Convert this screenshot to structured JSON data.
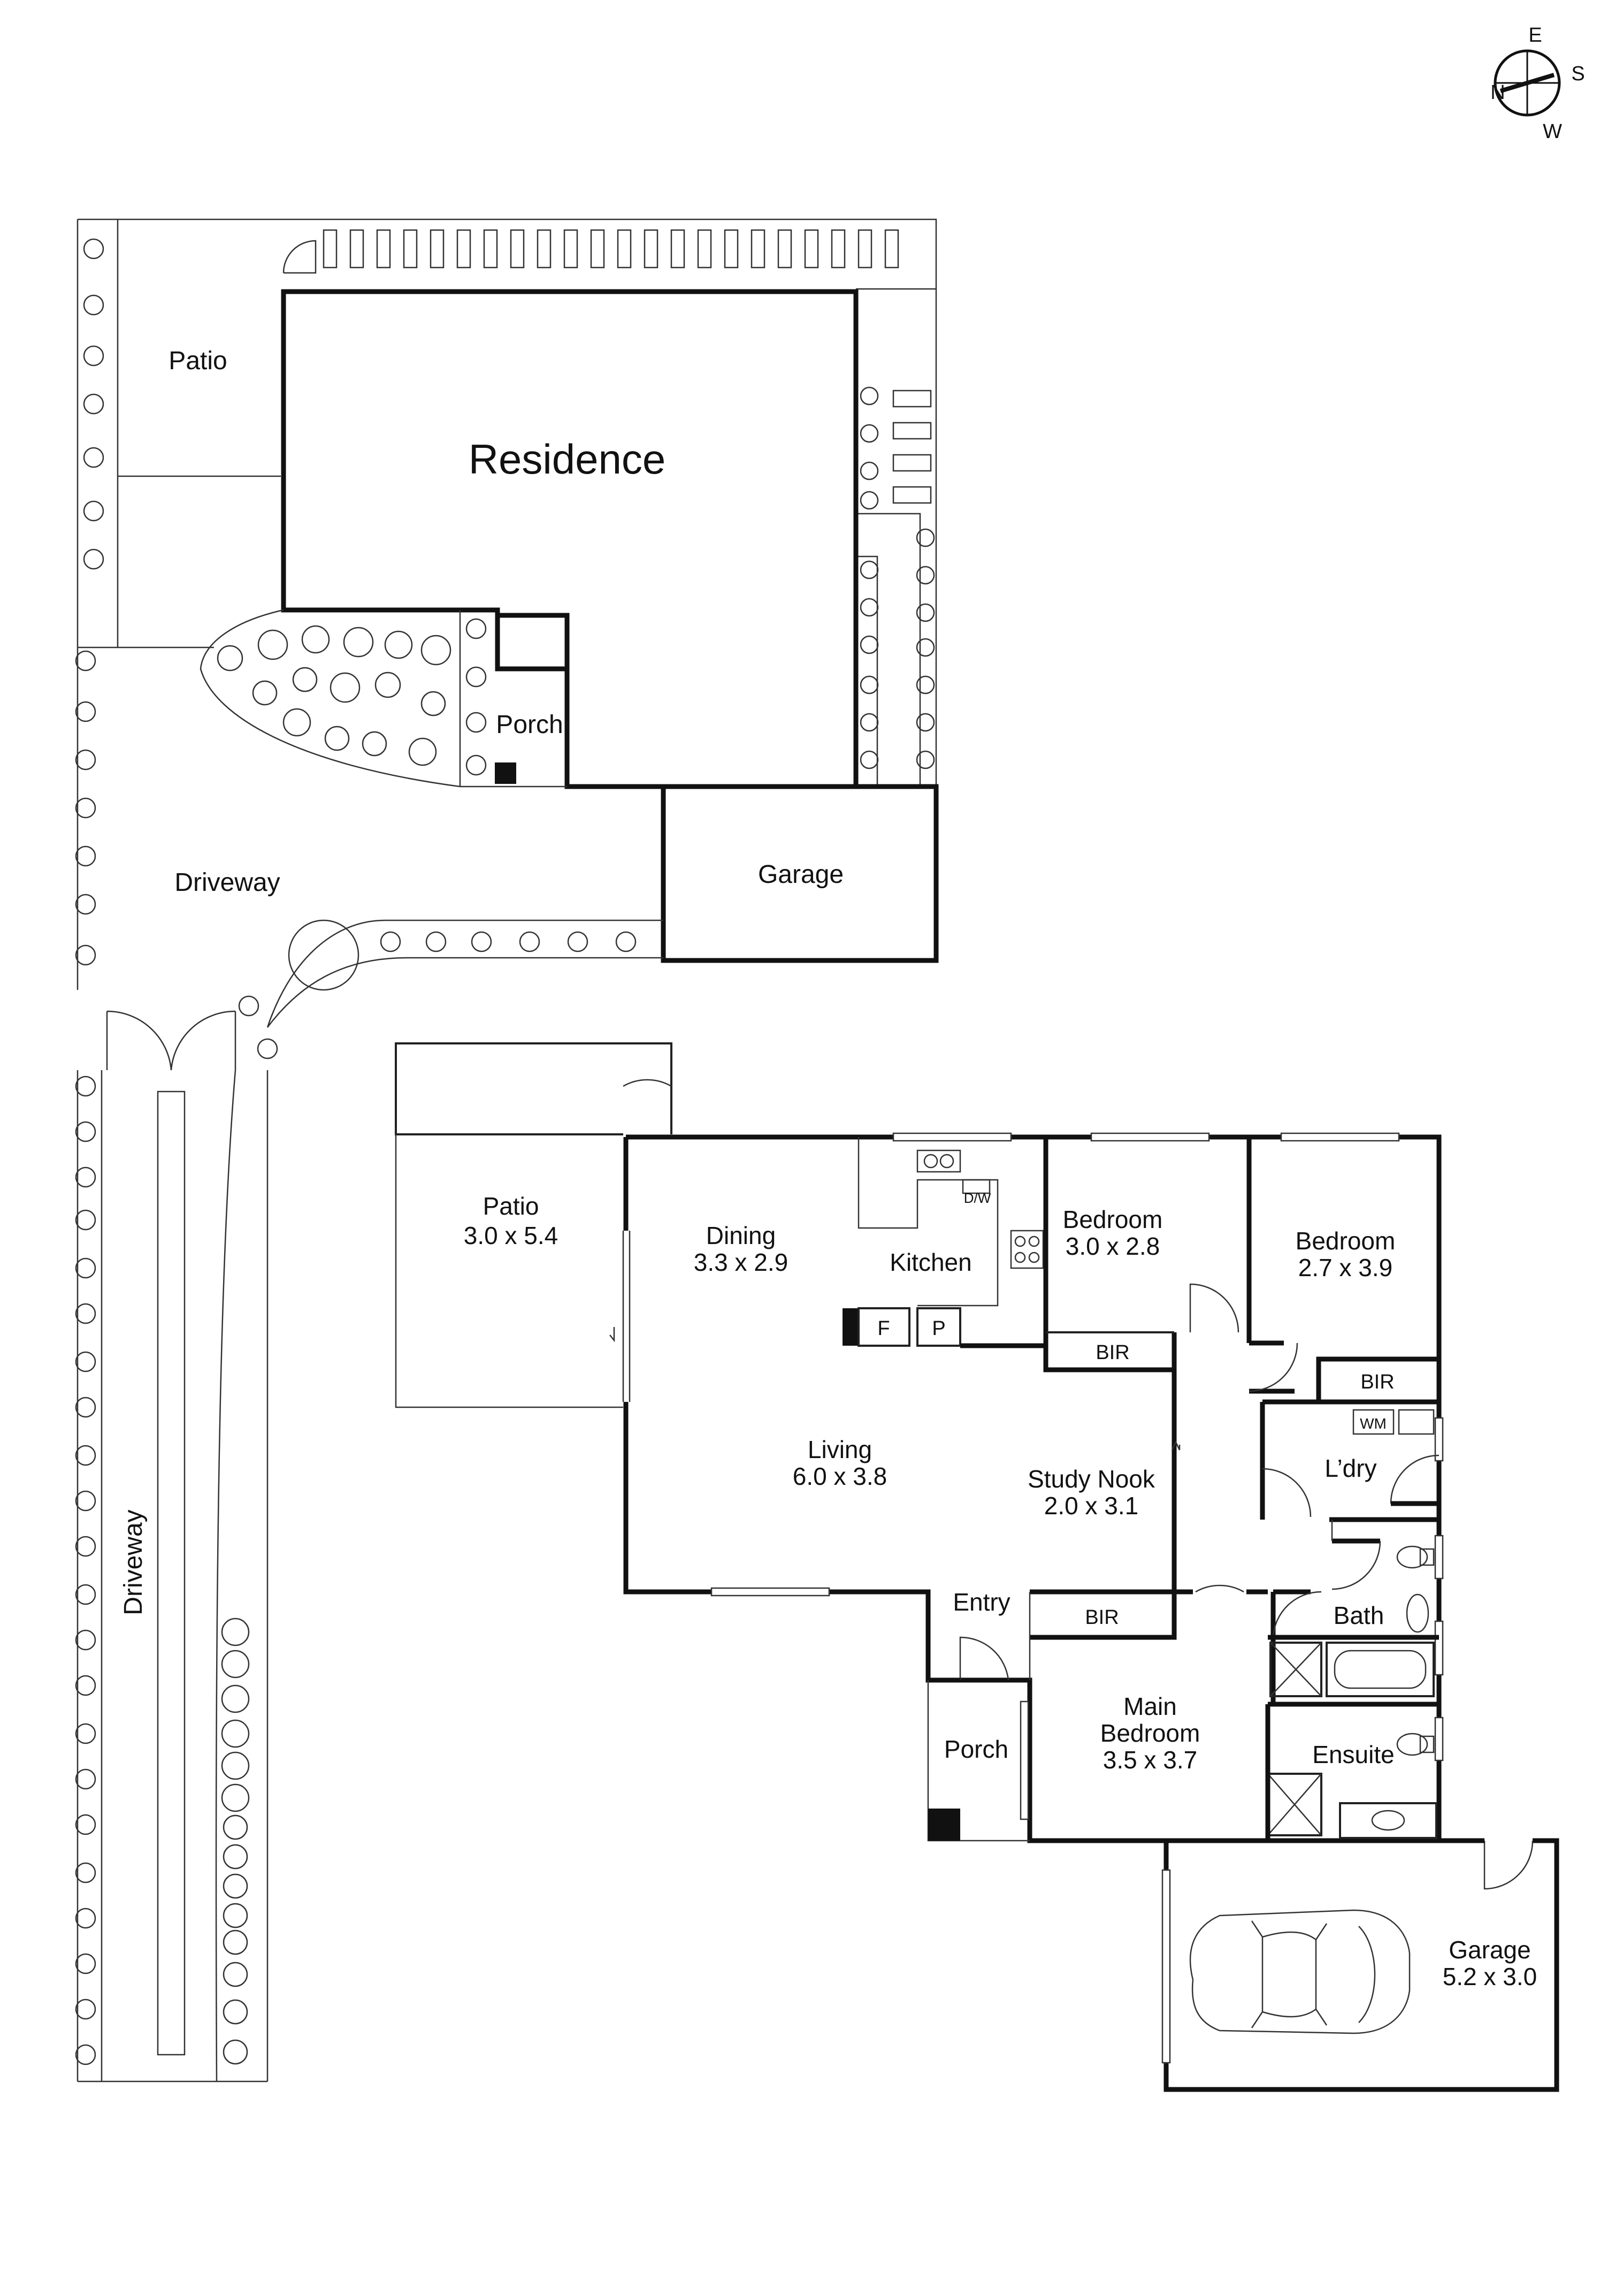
{
  "compass": {
    "n": "N",
    "e": "E",
    "s": "S",
    "w": "W"
  },
  "site": {
    "residence": "Residence",
    "patio": "Patio",
    "porch": "Porch",
    "driveway": "Driveway",
    "garage": "Garage"
  },
  "side_driveway": "Driveway",
  "rooms": {
    "patio": {
      "name": "Patio",
      "size": "3.0 x 5.4"
    },
    "dining": {
      "name": "Dining",
      "size": "3.3 x 2.9"
    },
    "kitchen": {
      "name": "Kitchen"
    },
    "dw": "D/W",
    "fridge": "F",
    "pantry": "P",
    "bedroom2": {
      "name": "Bedroom",
      "size": "3.0 x 2.8"
    },
    "bedroom3": {
      "name": "Bedroom",
      "size": "2.7 x 3.9"
    },
    "bir_bed2": "BIR",
    "bir_bed3": "BIR",
    "wm": "WM",
    "laundry": "L’dry",
    "living": {
      "name": "Living",
      "size": "6.0 x 3.8"
    },
    "study": {
      "name": "Study Nook",
      "size": "2.0 x 3.1"
    },
    "entry": "Entry",
    "bir_main": "BIR",
    "bath": "Bath",
    "main_bedroom": {
      "name1": "Main",
      "name2": "Bedroom",
      "size": "3.5 x 3.7"
    },
    "porch": "Porch",
    "ensuite": "Ensuite",
    "garage": {
      "name": "Garage",
      "size": "5.2 x 3.0"
    }
  }
}
